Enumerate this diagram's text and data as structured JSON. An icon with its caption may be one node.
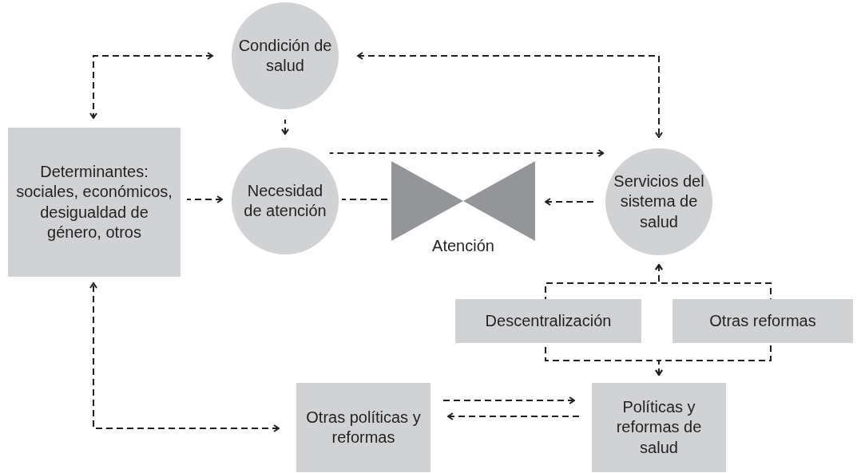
{
  "diagram": {
    "nodes": [
      {
        "text": [
          "Condición de salud"
        ]
      },
      {
        "text": [
          "Determinantes: sociales, económicos, desigualdad de género, otros"
        ]
      },
      {
        "text": [
          "Necesidad de atención"
        ]
      },
      {
        "text": [
          "Atención"
        ]
      },
      {
        "text": [
          "Servicios del sistema de salud"
        ]
      },
      {
        "text": [
          "Descentralización"
        ]
      },
      {
        "text": [
          "Otras reformas"
        ]
      },
      {
        "text": [
          "Otras políticas y reformas"
        ]
      },
      {
        "text": [
          "Políticas y reformas de salud"
        ]
      }
    ],
    "edges": [
      {
        "from": 1,
        "to": 0,
        "arrow": "both",
        "style": "dashed"
      },
      {
        "from": 0,
        "to": 2,
        "arrow": "to",
        "style": "dashed"
      },
      {
        "from": 4,
        "to": 0,
        "arrow": "both",
        "style": "dashed"
      },
      {
        "from": 1,
        "to": 2,
        "arrow": "to",
        "style": "dashed"
      },
      {
        "from": 2,
        "to": 4,
        "arrow": "to",
        "style": "dashed"
      },
      {
        "from": 2,
        "to": 3,
        "arrow": "none",
        "style": "dashed"
      },
      {
        "from": 4,
        "to": 3,
        "arrow": "to",
        "style": "dashed"
      },
      {
        "from": 5,
        "to": 4,
        "arrow": "to",
        "style": "dashed"
      },
      {
        "from": 6,
        "to": 4,
        "arrow": "to",
        "style": "dashed"
      },
      {
        "from": 5,
        "to": 8,
        "arrow": "to",
        "style": "dashed"
      },
      {
        "from": 6,
        "to": 8,
        "arrow": "to",
        "style": "dashed"
      },
      {
        "from": 1,
        "to": 7,
        "arrow": "both",
        "style": "dashed"
      },
      {
        "from": 7,
        "to": 8,
        "arrow": "to",
        "style": "dashed"
      },
      {
        "from": 8,
        "to": 7,
        "arrow": "to",
        "style": "dashed"
      }
    ]
  }
}
